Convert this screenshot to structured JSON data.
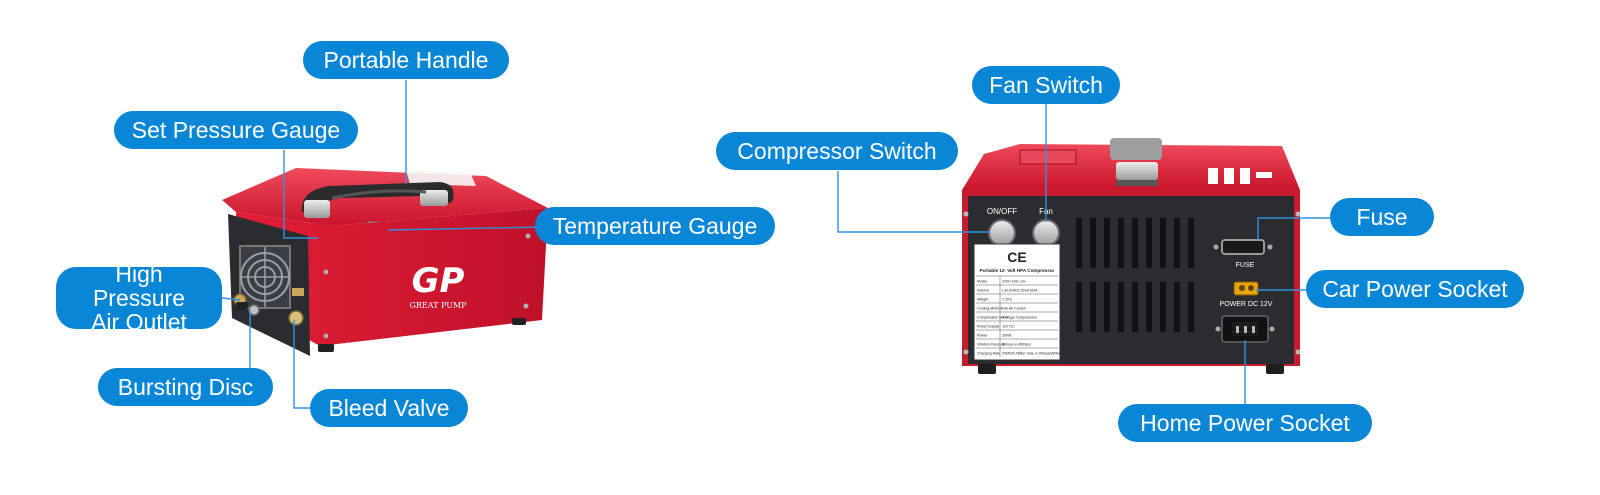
{
  "labels": {
    "portable_handle": "Portable Handle",
    "set_pressure_gauge": "Set Pressure Gauge",
    "temperature_gauge": "Temperature Gauge",
    "high_pressure_line1": "High Pressure",
    "high_pressure_line2": "Air Outlet",
    "bursting_disc": "Bursting Disc",
    "bleed_valve": "Bleed Valve",
    "fan_switch": "Fan Switch",
    "compressor_switch": "Compressor Switch",
    "fuse": "Fuse",
    "car_power_socket": "Car Power Socket",
    "home_power_socket": "Home Power Socket"
  },
  "device_text": {
    "brand_logo": "GP",
    "brand_name": "GREAT PUMP",
    "on_off": "ON/OFF",
    "fan": "Fan",
    "fuse": "FUSE",
    "power_dc": "POWER DC 12V",
    "ce_mark": "CE",
    "spec_title": "Portable 12- Volt HPA Compressor",
    "spec_rows": [
      [
        "Model",
        "220V-110v-12v"
      ],
      [
        "Volume",
        "L30.5xW22.5xH15CM"
      ],
      [
        "Weight",
        "7.2KG"
      ],
      [
        "Cooling Method",
        "Fan Air Cooled"
      ],
      [
        "Compression Mode",
        "3-Stage Compression"
      ],
      [
        "Power Supply",
        "12V DC"
      ],
      [
        "Power",
        "300W"
      ],
      [
        "Inflation Pressure",
        "30mpa or 4500psi"
      ],
      [
        "Charging Rate",
        "20Min/0.45liter tank, 0-30mpa/300bar"
      ]
    ]
  },
  "colors": {
    "label_blue": "#0a86d6",
    "body_red": "#d8132f",
    "panel_dark": "#2a2c30"
  }
}
